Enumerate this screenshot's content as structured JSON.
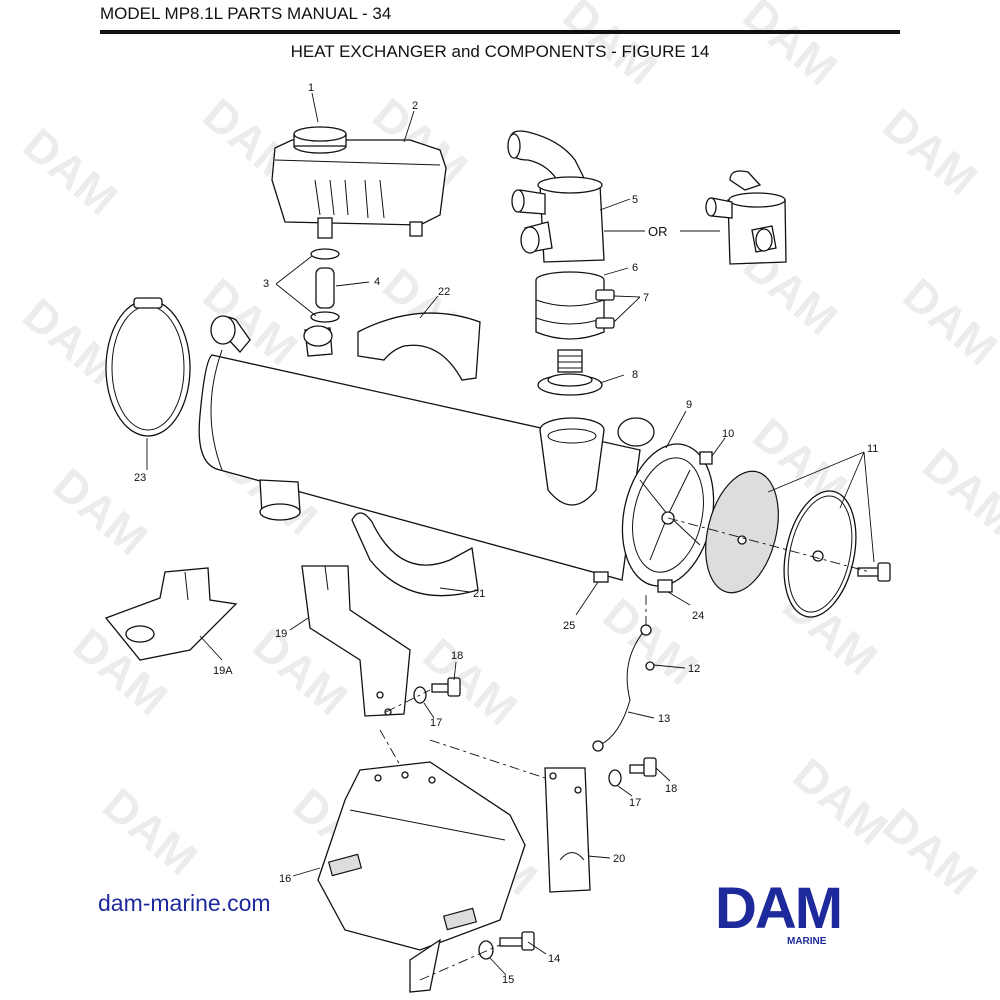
{
  "header": {
    "title": "MODEL MP8.1L PARTS MANUAL - 34",
    "figure_title": "HEAT EXCHANGER and COMPONENTS - FIGURE 14"
  },
  "callouts": {
    "c1": "1",
    "c2": "2",
    "c3": "3",
    "c4": "4",
    "c5": "5",
    "c6": "6",
    "c7": "7",
    "c8": "8",
    "c9": "9",
    "c10": "10",
    "c11": "11",
    "c12": "12",
    "c13": "13",
    "c14": "14",
    "c15": "15",
    "c16": "16",
    "c17a": "17",
    "c17b": "17",
    "c18a": "18",
    "c18b": "18",
    "c19": "19",
    "c19a": "19A",
    "c20": "20",
    "c21": "21",
    "c22": "22",
    "c23": "23",
    "c24": "24",
    "c25": "25"
  },
  "or_label": "OR",
  "watermark": "DAM",
  "footer": {
    "website": "dam-marine.com",
    "logo_text": "DAM",
    "logo_subtext": "MARINE",
    "brand_color": "#1e2a9c"
  }
}
